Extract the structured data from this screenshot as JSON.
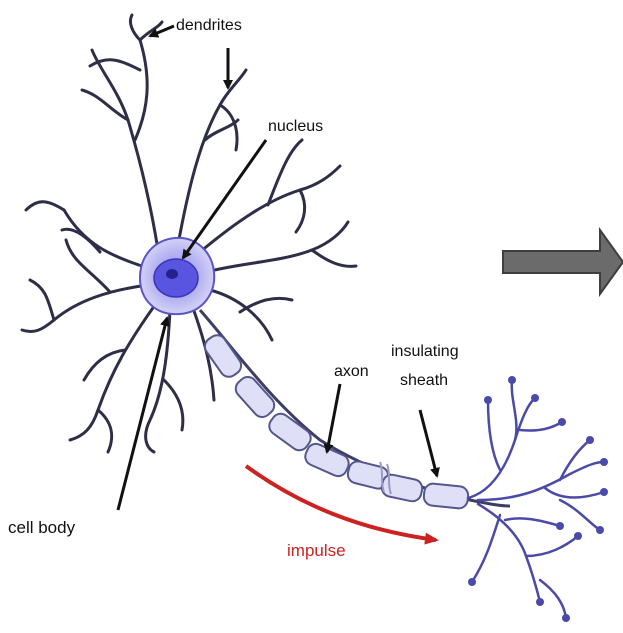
{
  "labels": {
    "dendrites": "dendrites",
    "nucleus": "nucleus",
    "cell_body": "cell body",
    "axon": "axon",
    "sheath_line1": "insulating",
    "sheath_line2": "sheath",
    "impulse": "impulse"
  },
  "colors": {
    "neuron_outline": "#2e2e48",
    "cell_fill": "#b9b6f2",
    "nucleus_fill": "#5a55e0",
    "nucleolus": "#24208e",
    "sheath_fill": "#dfe0f7",
    "sheath_stroke": "#54568c",
    "label_text": "#111111",
    "impulse": "#cc2222",
    "side_arrow": "#6b6b6b",
    "terminal_branch": "#4a4aa8"
  },
  "icons": {
    "pointer_arrows": "black-arrow-icon",
    "impulse_arrow": "curved-arrow-icon",
    "side_arrow": "block-arrow-right-icon"
  }
}
